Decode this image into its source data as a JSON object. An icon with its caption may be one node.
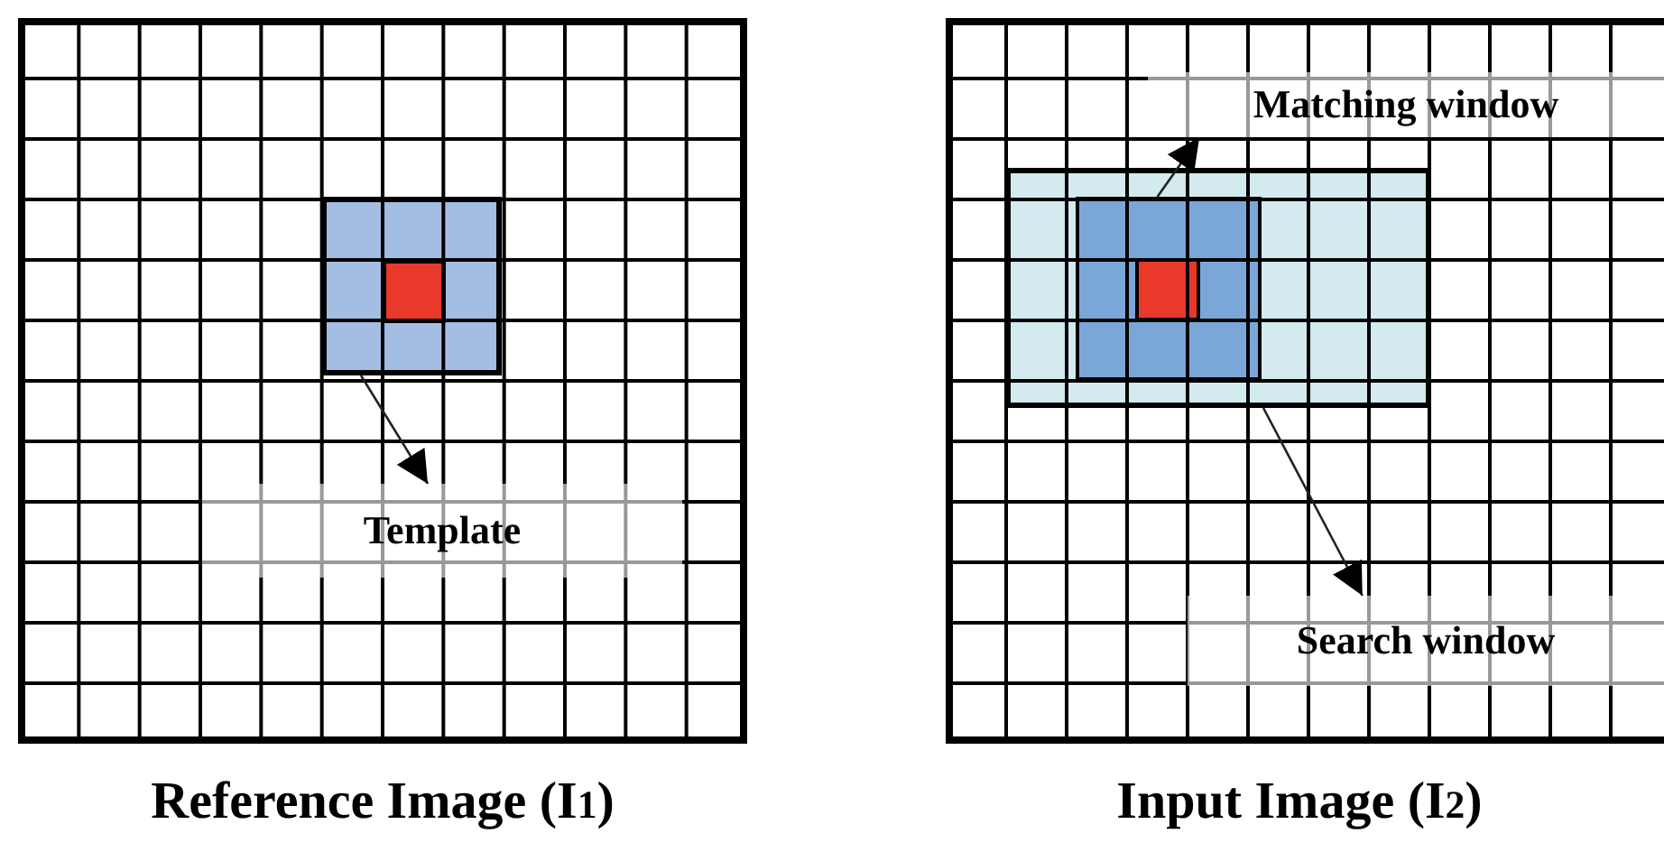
{
  "diagram": {
    "nodes": [
      {
        "text": [
          "Reference Image (I$_{1}$)"
        ]
      },
      {
        "text": [],
        "shape": "box",
        "in": 0
      },
      {
        "text": [],
        "shape": "box",
        "in": 1
      },
      {
        "text": [
          "Template"
        ],
        "in": 0
      },
      {
        "text": [
          "Input Image (I$_{2}$)"
        ]
      },
      {
        "text": [],
        "shape": "box",
        "in": 4
      },
      {
        "text": [],
        "shape": "box",
        "in": 5
      },
      {
        "text": [],
        "shape": "box",
        "in": 6
      },
      {
        "text": [
          "Matching window"
        ],
        "in": 4
      },
      {
        "text": [
          "Search window"
        ],
        "in": 4
      }
    ],
    "edges": [
      {
        "from": 1,
        "to": 3,
        "arrow": "to"
      },
      {
        "from": 6,
        "to": 8,
        "arrow": "to"
      },
      {
        "from": 5,
        "to": 9,
        "arrow": "to"
      }
    ]
  }
}
